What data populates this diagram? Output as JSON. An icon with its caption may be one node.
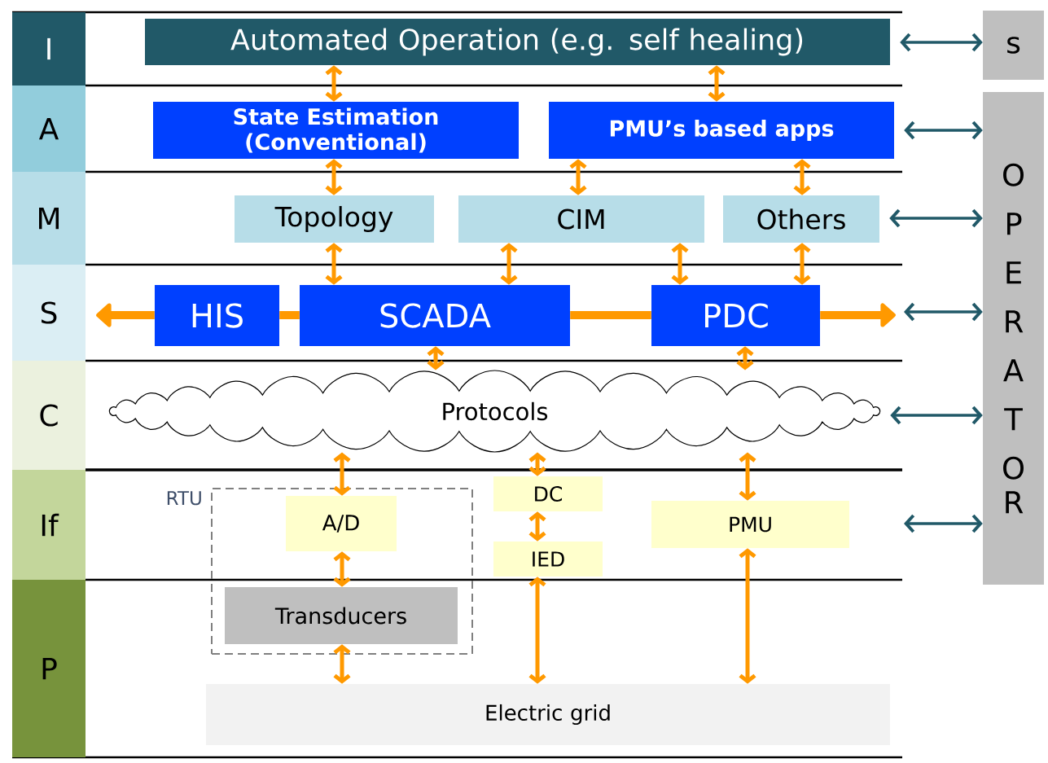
{
  "diagram": {
    "nodes": [
      {
        "text": [
          "I"
        ]
      },
      {
        "text": [
          "Automated Operation (e.g. self healing)"
        ]
      },
      {
        "text": [
          "s"
        ]
      },
      {
        "text": [
          "A"
        ]
      },
      {
        "text": [
          "State Estimation (Conventional)"
        ]
      },
      {
        "text": [
          "PMU’s based apps"
        ]
      },
      {
        "text": [
          "OPERATOR"
        ]
      },
      {
        "text": [
          "M"
        ]
      },
      {
        "text": [
          "Topology"
        ]
      },
      {
        "text": [
          "CIM"
        ]
      },
      {
        "text": [
          "Others"
        ]
      },
      {
        "text": [
          "S"
        ]
      },
      {
        "text": [
          "HIS"
        ]
      },
      {
        "text": [
          "SCADA"
        ]
      },
      {
        "text": [
          "PDC"
        ]
      },
      {
        "text": [
          "C"
        ]
      },
      {
        "text": [
          "Protocols"
        ]
      },
      {
        "text": [
          "If"
        ]
      },
      {
        "text": [
          "RTU"
        ]
      },
      {
        "text": [
          "A/D"
        ],
        "in": 18
      },
      {
        "text": [
          "Transducers"
        ],
        "in": 18
      },
      {
        "text": [
          "DC"
        ]
      },
      {
        "text": [
          "IED"
        ]
      },
      {
        "text": [
          "PMU"
        ]
      },
      {
        "text": [
          "P"
        ]
      },
      {
        "text": [
          "Electric grid"
        ]
      }
    ],
    "edges": [
      {
        "from": 1,
        "to": 4,
        "arrow": "both"
      },
      {
        "from": 1,
        "to": 5,
        "arrow": "both"
      },
      {
        "from": 4,
        "to": 8,
        "arrow": "both"
      },
      {
        "from": 5,
        "to": 9,
        "arrow": "both"
      },
      {
        "from": 5,
        "to": 10,
        "arrow": "both"
      },
      {
        "from": 8,
        "to": 13,
        "arrow": "both"
      },
      {
        "from": 9,
        "to": 13,
        "arrow": "both"
      },
      {
        "from": 9,
        "to": 14,
        "arrow": "both"
      },
      {
        "from": 10,
        "to": 14,
        "arrow": "both"
      },
      {
        "from": 13,
        "to": 16,
        "arrow": "both"
      },
      {
        "from": 14,
        "to": 16,
        "arrow": "both"
      },
      {
        "from": 16,
        "to": 19,
        "arrow": "both"
      },
      {
        "from": 16,
        "to": 21,
        "arrow": "both"
      },
      {
        "from": 16,
        "to": 23,
        "arrow": "both"
      },
      {
        "from": 19,
        "to": 20,
        "arrow": "both"
      },
      {
        "from": 21,
        "to": 22,
        "arrow": "both"
      },
      {
        "from": 20,
        "to": 25,
        "arrow": "both"
      },
      {
        "from": 22,
        "to": 25,
        "arrow": "both"
      },
      {
        "from": 23,
        "to": 25,
        "arrow": "both"
      },
      {
        "from": 12,
        "to": null,
        "arrow": "to",
        "style": "thick"
      },
      {
        "from": 12,
        "to": 13,
        "arrow": "none",
        "style": "thick"
      },
      {
        "from": 13,
        "to": 14,
        "arrow": "none",
        "style": "thick"
      },
      {
        "from": 14,
        "to": null,
        "arrow": "to",
        "style": "thick"
      },
      {
        "from": 1,
        "to": 2,
        "arrow": "both",
        "color": "#215968"
      },
      {
        "from": 5,
        "to": 6,
        "arrow": "both",
        "color": "#215968"
      },
      {
        "from": 10,
        "to": 6,
        "arrow": "both",
        "color": "#215968"
      },
      {
        "from": null,
        "to": 6,
        "arrow": "both",
        "color": "#215968"
      },
      {
        "from": 16,
        "to": 6,
        "arrow": "both",
        "color": "#215968"
      },
      {
        "from": null,
        "to": 6,
        "arrow": "both",
        "color": "#215968"
      }
    ]
  }
}
